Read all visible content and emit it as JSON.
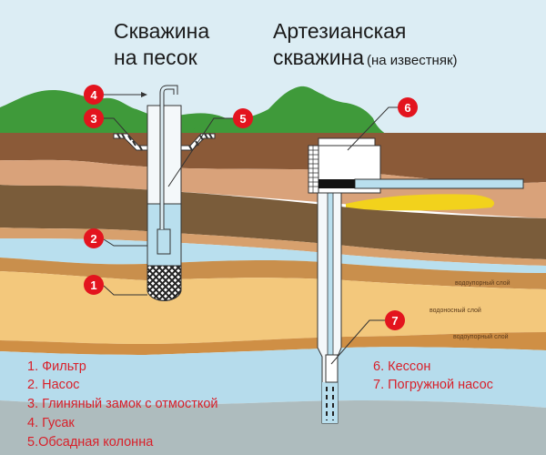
{
  "titles": {
    "sand_well": [
      "Скважина",
      "на песок"
    ],
    "artesian_well": [
      "Артезианская",
      "скважина"
    ],
    "artesian_note": "(на известняк)"
  },
  "layer_labels": {
    "aquiclude_top": "водоупорный слой",
    "aquifer": "водоносный слой",
    "aquiclude_bottom": "водоупорный слой"
  },
  "markers": [
    "1",
    "2",
    "3",
    "4",
    "5",
    "6",
    "7"
  ],
  "legend_left": [
    "1. Фильтр",
    "2. Насос",
    "3. Глиняный замок с отмосткой",
    "4. Гусак",
    "5.Обсадная колонна"
  ],
  "legend_right": [
    "6. Кессон",
    "7. Погружной насос"
  ],
  "colors": {
    "marker": "#e3141e",
    "legend_text": "#d8202a",
    "sky": "#dcedf4",
    "grass": "#3f9a3a",
    "topsoil": "#8b5a38",
    "water": "#b9dfee",
    "sand": "#f3c87c"
  }
}
